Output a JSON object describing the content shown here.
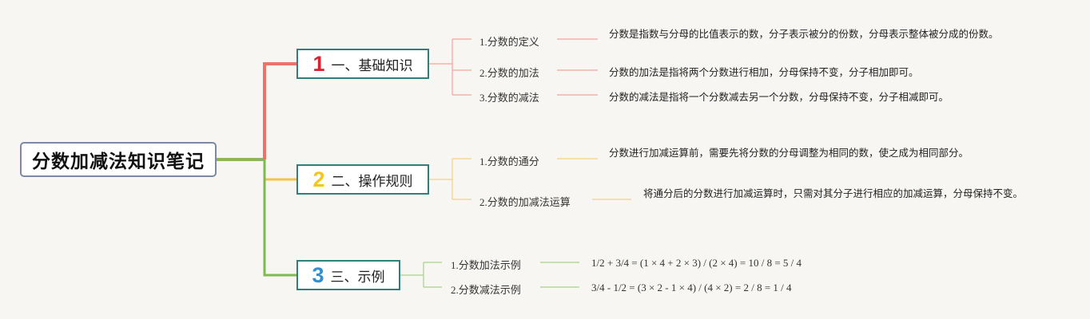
{
  "colors": {
    "branch1": "#f07167",
    "branch2": "#f6c14a",
    "branch3": "#7dbb50",
    "node_border": "#2f7f7a"
  },
  "root": {
    "title": "分数加减法知识笔记"
  },
  "branches": [
    {
      "number": "1",
      "title": "一、基础知识",
      "items": [
        {
          "label": "1.分数的定义",
          "text": "分数是指数与分母的比值表示的数，分子表示被分的份数，分母表示整体被分成的份数。"
        },
        {
          "label": "2.分数的加法",
          "text": "分数的加法是指将两个分数进行相加，分母保持不变，分子相加即可。"
        },
        {
          "label": "3.分数的减法",
          "text": "分数的减法是指将一个分数减去另一个分数，分母保持不变，分子相减即可。"
        }
      ]
    },
    {
      "number": "2",
      "title": "二、操作规则",
      "items": [
        {
          "label": "1.分数的通分",
          "text": "分数进行加减运算前，需要先将分数的分母调整为相同的数，使之成为相同部分。"
        },
        {
          "label": "2.分数的加减法运算",
          "text": "将通分后的分数进行加减运算时，只需对其分子进行相应的加减运算，分母保持不变。"
        }
      ]
    },
    {
      "number": "3",
      "title": "三、示例",
      "items": [
        {
          "label": "1.分数加法示例",
          "text": "1/2 + 3/4 = (1 × 4 + 2 × 3) / (2 × 4) = 10 / 8 = 5 / 4"
        },
        {
          "label": "2.分数减法示例",
          "text": "3/4 - 1/2 = (3 × 2 - 1 × 4) / (4 × 2) = 2 / 8 = 1 / 4"
        }
      ]
    }
  ]
}
